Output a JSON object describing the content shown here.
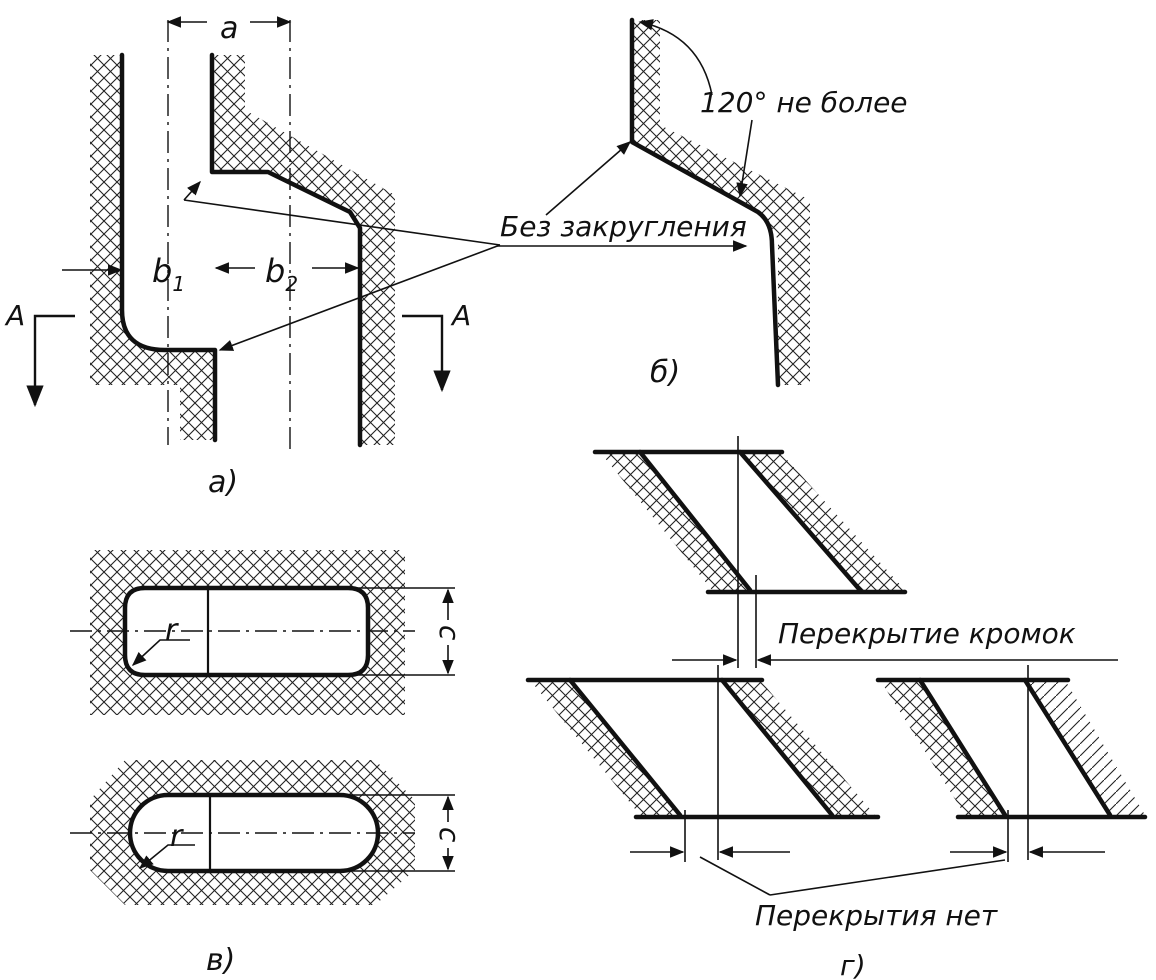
{
  "figure": {
    "labels": {
      "dim_a": "a",
      "dim_b1": "b",
      "dim_b1_sub": "1",
      "dim_b2": "b",
      "dim_b2_sub": "2",
      "section_left": "A",
      "section_right": "A",
      "no_rounding": "Без закругления",
      "angle_note": "120° не более",
      "caption_a": "а)",
      "caption_b": "б)",
      "caption_v": "в)",
      "caption_g": "г)",
      "radius_top": "r",
      "radius_bottom": "r",
      "dim_c_top": "c",
      "dim_c_bottom": "c",
      "edge_overlap": "Перекрытие кромок",
      "no_overlap": "Перекрытия нет"
    },
    "colors": {
      "ink": "#111111",
      "hatch": "#222222",
      "paper": "#ffffff"
    }
  }
}
